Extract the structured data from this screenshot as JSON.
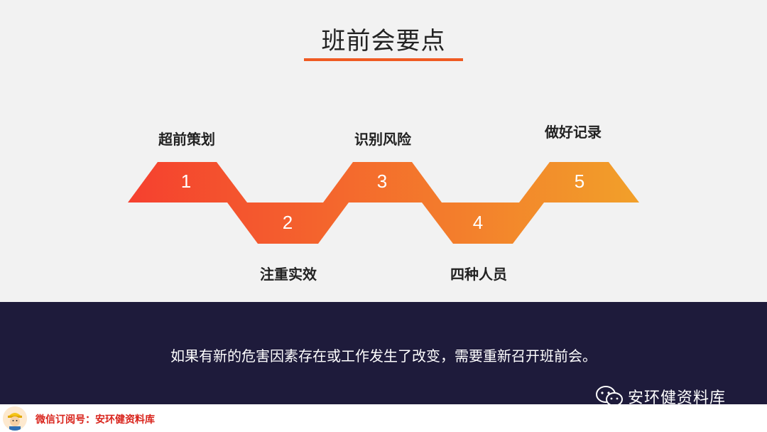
{
  "title": "班前会要点",
  "steps": [
    {
      "number": "1",
      "label": "超前策划"
    },
    {
      "number": "2",
      "label": "注重实效"
    },
    {
      "number": "3",
      "label": "识别风险"
    },
    {
      "number": "4",
      "label": "四种人员"
    },
    {
      "number": "5",
      "label": "做好记录"
    }
  ],
  "message": "如果有新的危害因素存在或工作发生了改变，需要重新召开班前会。",
  "watermark": {
    "icon": "wechat-icon",
    "text": "安环健资料库"
  },
  "footer": {
    "text": "微信订阅号：安环健资料库",
    "avatar": "worker-avatar-icon"
  },
  "colors": {
    "accent": "#ef5a22",
    "band": "#1e1b3b",
    "step_gradient": [
      "#f5402f",
      "#f2a02a"
    ]
  }
}
